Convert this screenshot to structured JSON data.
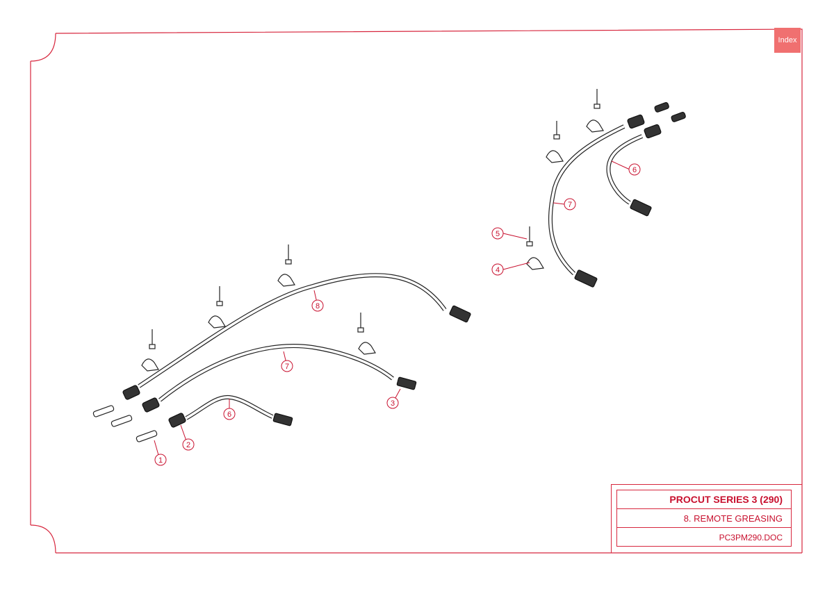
{
  "index_button": {
    "label": "Index"
  },
  "title_block": {
    "title": "PROCUT SERIES 3 (290)",
    "subtitle": "8. REMOTE GREASING",
    "document": "PC3PM290.DOC"
  },
  "callouts": {
    "left": [
      "1",
      "2",
      "3",
      "6",
      "7",
      "8"
    ],
    "right": [
      "4",
      "5",
      "6",
      "7"
    ]
  },
  "colors": {
    "border": "#d7263d",
    "callout": "#c8102e",
    "index_bg": "#f07070",
    "drawing": "#222222"
  }
}
